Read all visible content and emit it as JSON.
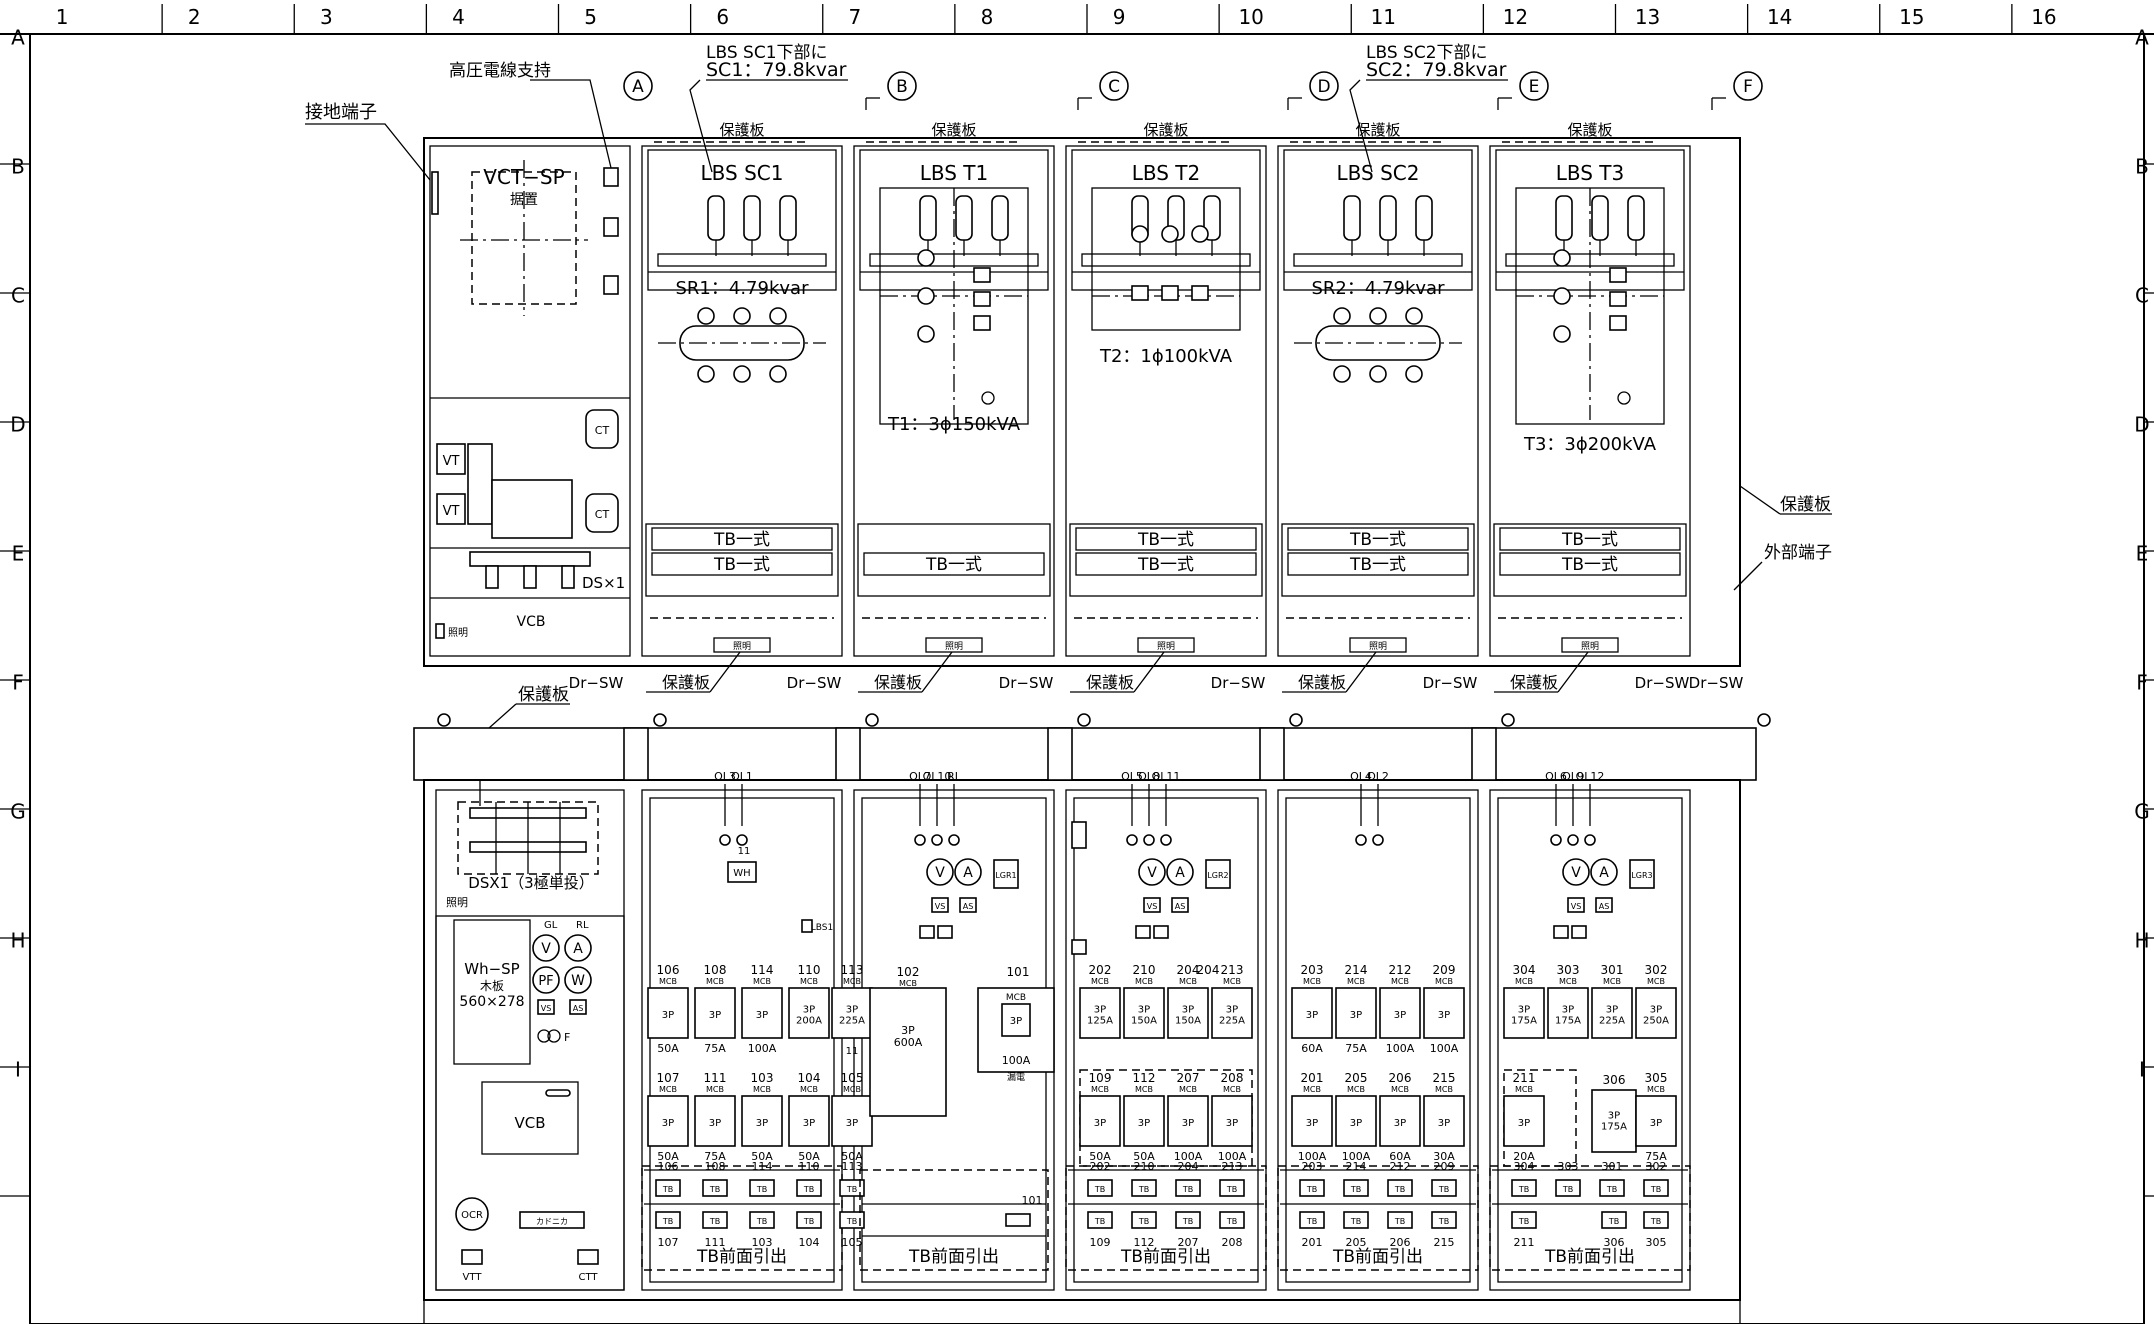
{
  "grid": {
    "columns": [
      "1",
      "2",
      "3",
      "4",
      "5",
      "6",
      "7",
      "8",
      "9",
      "10",
      "11",
      "12",
      "13",
      "14",
      "15",
      "16"
    ],
    "rows": [
      "A",
      "B",
      "C",
      "D",
      "E",
      "F",
      "G",
      "H",
      "I"
    ]
  },
  "callouts": {
    "ground_terminal": "接地端子",
    "hv_cable_support": "高圧電線支持",
    "sc1_below_1": "LBS SC1下部に",
    "sc1_below_2": "SC1：79.8kvar",
    "sc2_below_1": "LBS SC2下部に",
    "sc2_below_2": "SC2：79.8kvar",
    "protect_plate": "保護板",
    "external_terminal": "外部端子",
    "door_sw": "Dr−SW",
    "lighting": "照明"
  },
  "sections": [
    "A",
    "B",
    "C",
    "D",
    "E",
    "F"
  ],
  "incoming": {
    "vct_space": "VCT−SP",
    "vct_space_2": "据置",
    "ct": "CT",
    "vt": "VT",
    "ds_count": "DS×1",
    "vcb": "VCB",
    "lighting": "照明",
    "ds_front": "DSX1（3極単投）",
    "wh_space": "Wh−SP",
    "wh_board": "木板",
    "wh_size": "560×278",
    "meters": [
      "V",
      "A",
      "PF",
      "W"
    ],
    "lamps": [
      "GL",
      "RL"
    ],
    "switches": [
      "VS",
      "AS"
    ],
    "f_label": "F",
    "vcb_front": "VCB",
    "ocr": "OCR",
    "breaker_unit": "カドニカ",
    "vtt": "VTT",
    "ctt": "CTT"
  },
  "panels_top": [
    {
      "lbs": "LBS SC1",
      "rating": "SR1：4.79kvar",
      "tb": [
        "TB一式",
        "TB一式"
      ]
    },
    {
      "lbs": "LBS T1",
      "rating": "T1：3ϕ150kVA",
      "tb": [
        "TB一式"
      ]
    },
    {
      "lbs": "LBS T2",
      "rating": "T2：1ϕ100kVA",
      "tb": [
        "TB一式",
        "TB一式"
      ]
    },
    {
      "lbs": "LBS SC2",
      "rating": "SR2：4.79kvar",
      "tb": [
        "TB一式",
        "TB一式"
      ]
    },
    {
      "lbs": "LBS T3",
      "rating": "T3：3ϕ200kVA",
      "tb": [
        "TB一式",
        "TB一式"
      ]
    }
  ],
  "panels_bottom": {
    "p1": {
      "lamps": [
        "OL3",
        "OL1"
      ],
      "meter": "WH",
      "meter_tag": "11",
      "lbs_tag": "LBS1",
      "top_ids": [
        "106",
        "108",
        "114",
        "110",
        "113"
      ],
      "top_ratings": [
        "50A",
        "75A",
        "100A",
        "",
        ""
      ],
      "top_inner": [
        "3P",
        "3P",
        "3P",
        "3P\n200A",
        "3P\n225A"
      ],
      "bot_ids": [
        "107",
        "111",
        "103",
        "104",
        "105"
      ],
      "bot_ratings": [
        "50A",
        "75A",
        "50A",
        "50A",
        "50A"
      ],
      "tag_11": "11",
      "tb_top_ids": [
        "106",
        "108",
        "114",
        "110",
        "113"
      ],
      "tb_bot_ids": [
        "107",
        "111",
        "103",
        "104",
        "105"
      ],
      "tb_title": "TB前面引出"
    },
    "p2": {
      "lamps": [
        "OL7",
        "OL10",
        "RL"
      ],
      "meters": [
        "V",
        "A"
      ],
      "lgr": "LGR1",
      "switches": [
        "VS",
        "AS"
      ],
      "mcb1_id": "102",
      "mcb1_inner": "3P\n600A",
      "mcb2_id": "101",
      "mcb2_inner": "3P",
      "mcb2_rating": "100A",
      "mcb2_note": "漏電",
      "tb_id": "101",
      "tb_title": "TB前面引出"
    },
    "p3": {
      "lamps": [
        "OL5",
        "OL8",
        "OL11"
      ],
      "meters": [
        "V",
        "A"
      ],
      "lgr": "LGR2",
      "switches": [
        "VS",
        "AS"
      ],
      "top_ids": [
        "202",
        "210",
        "204",
        "213"
      ],
      "top_inner": [
        "3P\n125A",
        "3P\n150A",
        "3P\n150A",
        "3P\n225A"
      ],
      "extra_id": "204",
      "bot_ids": [
        "109",
        "112",
        "207",
        "208"
      ],
      "bot_ratings": [
        "50A",
        "50A",
        "100A",
        "100A"
      ],
      "tb_top_ids": [
        "202",
        "210",
        "204",
        "213"
      ],
      "tb_bot_ids": [
        "109",
        "112",
        "207",
        "208"
      ],
      "tb_title": "TB前面引出"
    },
    "p4": {
      "lamps": [
        "OL4",
        "OL2"
      ],
      "top_ids": [
        "203",
        "214",
        "212",
        "209"
      ],
      "top_ratings": [
        "60A",
        "75A",
        "100A",
        "100A"
      ],
      "bot_ids": [
        "201",
        "205",
        "206",
        "215"
      ],
      "bot_ratings": [
        "100A",
        "100A",
        "60A",
        "30A"
      ],
      "tb_top_ids": [
        "203",
        "214",
        "212",
        "209"
      ],
      "tb_bot_ids": [
        "201",
        "205",
        "206",
        "215"
      ],
      "tb_title": "TB前面引出"
    },
    "p5": {
      "lamps": [
        "OL6",
        "OL9",
        "OL12"
      ],
      "meters": [
        "V",
        "A"
      ],
      "lgr": "LGR3",
      "switches": [
        "VS",
        "AS"
      ],
      "top_ids": [
        "304",
        "303",
        "301",
        "302"
      ],
      "top_inner": [
        "3P\n175A",
        "3P\n175A",
        "3P\n225A",
        "3P\n250A"
      ],
      "bot_ids": [
        "211",
        "306",
        "305"
      ],
      "bot_ratings": [
        "20A",
        "",
        "75A"
      ],
      "bot_inner_306": "3P\n175A",
      "tb_top_ids": [
        "304",
        "303",
        "301",
        "302"
      ],
      "tb_bot_ids": [
        "211",
        "306",
        "305"
      ],
      "tb_title": "TB前面引出"
    },
    "common": {
      "mcb": "MCB",
      "tb": "TB"
    }
  }
}
